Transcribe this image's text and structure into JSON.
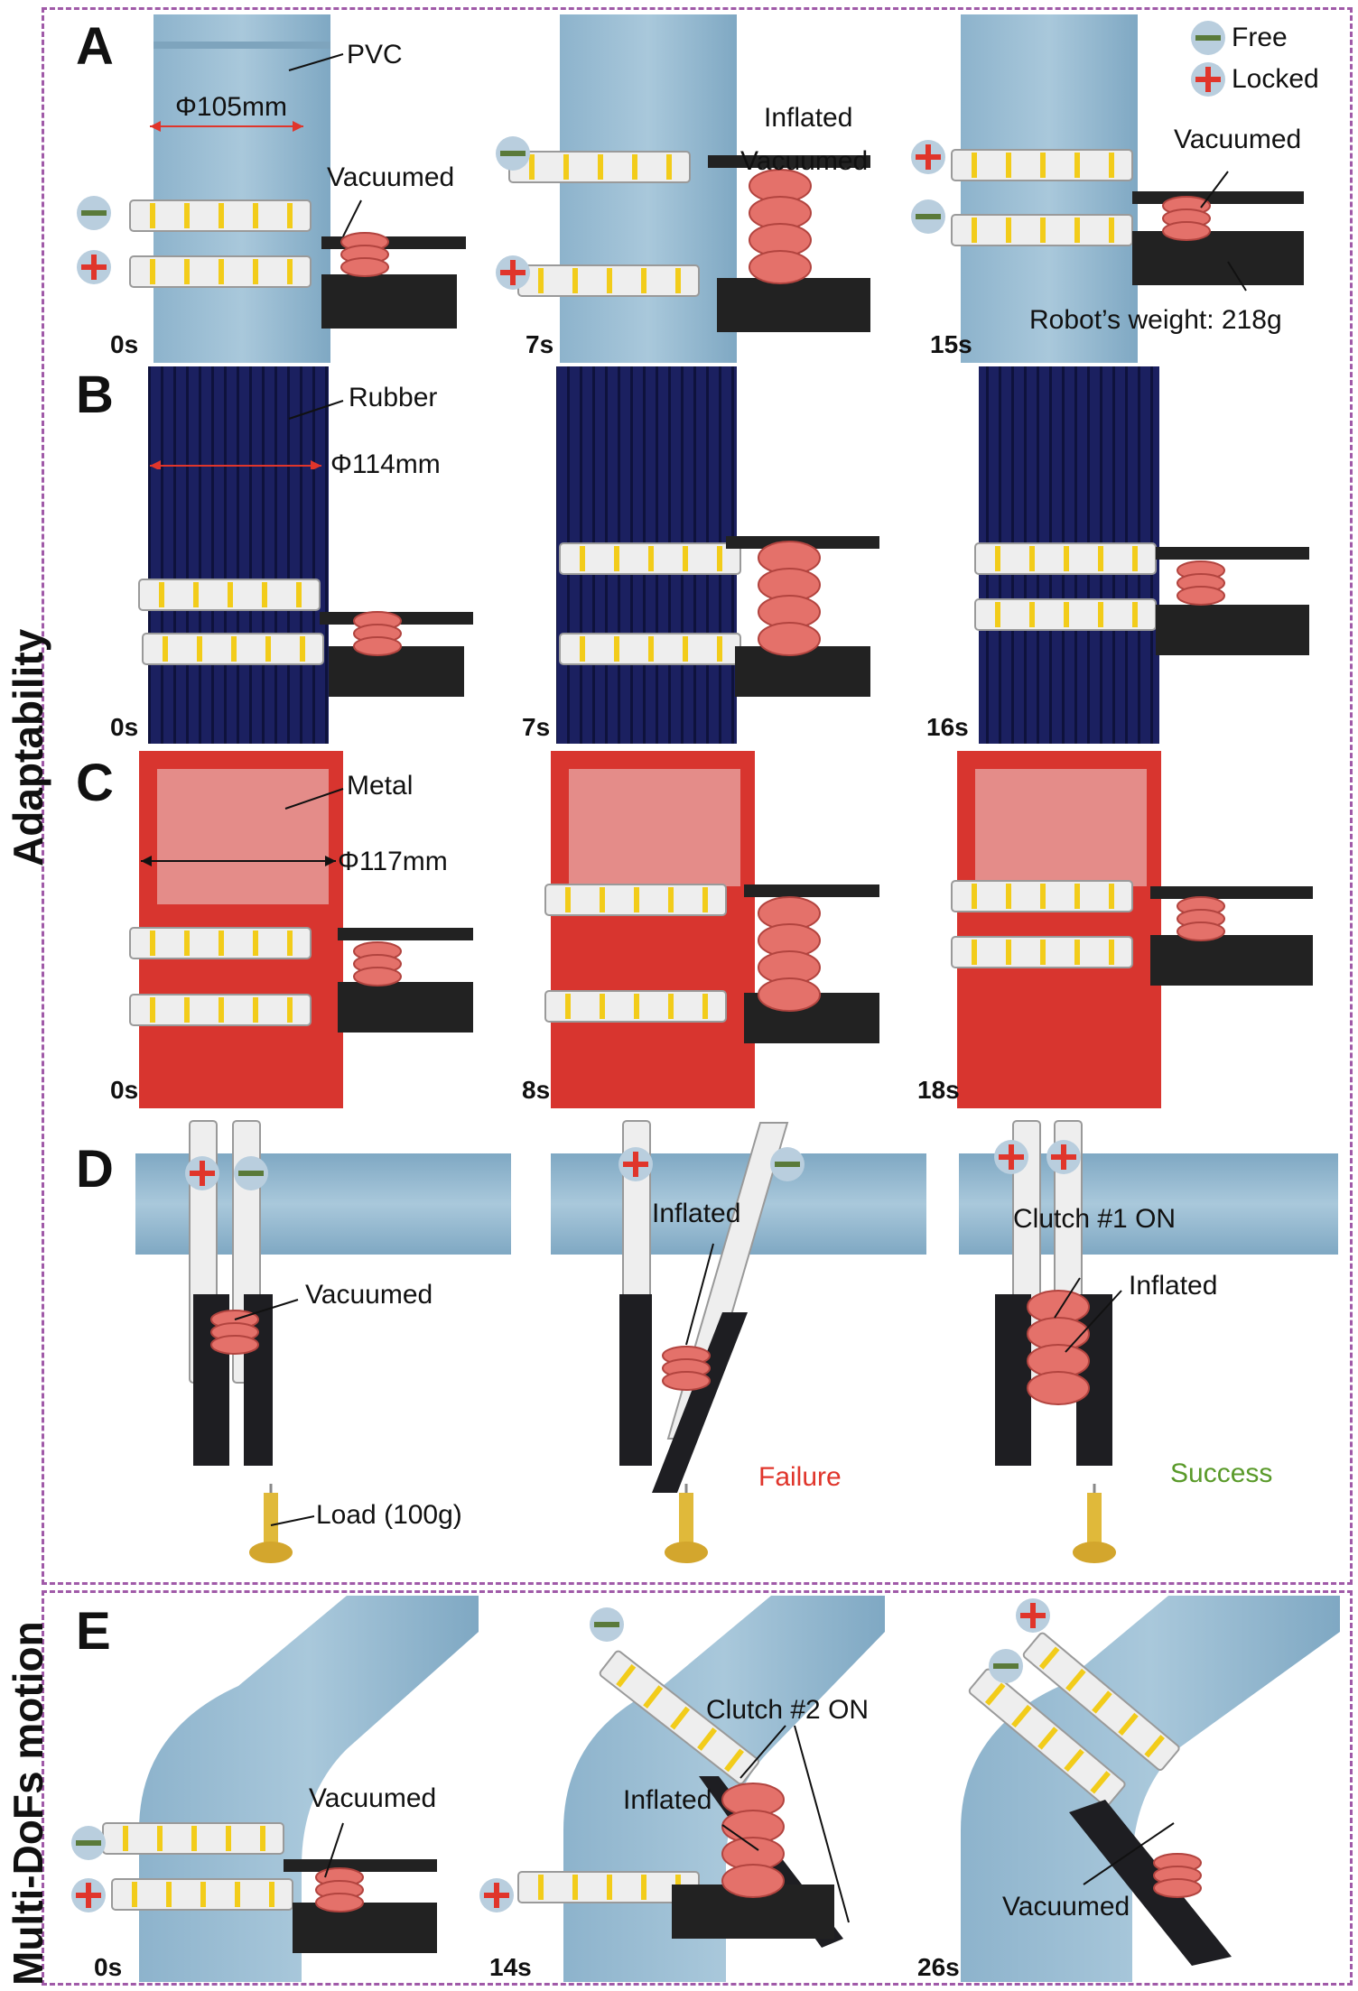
{
  "figure": {
    "side_labels": {
      "adaptability": "Adaptability",
      "multi_dof": "Multi-DoFs motion"
    },
    "legend": {
      "free": "Free",
      "locked": "Locked"
    },
    "panels": {
      "A": {
        "letter": "A",
        "annotations": {
          "pvc": "PVC",
          "diameter": "Φ105mm",
          "vacuumed_1": "Vacuumed",
          "inflated": "Inflated",
          "vacuumed_2": "Vacuumed",
          "vacuumed_3": "Vacuumed",
          "weight": "Robot’s weight: 218g"
        },
        "times": [
          "0s",
          "7s",
          "15s"
        ]
      },
      "B": {
        "letter": "B",
        "annotations": {
          "rubber": "Rubber",
          "diameter": "Φ114mm"
        },
        "times": [
          "0s",
          "7s",
          "16s"
        ]
      },
      "C": {
        "letter": "C",
        "annotations": {
          "metal": "Metal",
          "diameter": "Φ117mm"
        },
        "times": [
          "0s",
          "8s",
          "18s"
        ]
      },
      "D": {
        "letter": "D",
        "annotations": {
          "vacuumed": "Vacuumed",
          "load": "Load (100g)",
          "inflated_1": "Inflated",
          "failure": "Failure",
          "clutch": "Clutch #1 ON",
          "inflated_2": "Inflated",
          "success": "Success"
        }
      },
      "E": {
        "letter": "E",
        "annotations": {
          "vacuumed_1": "Vacuumed",
          "clutch": "Clutch #2 ON",
          "inflated": "Inflated",
          "vacuumed_2": "Vacuumed"
        },
        "times": [
          "0s",
          "14s",
          "26s"
        ]
      }
    },
    "colors": {
      "frame": "#a05aa8",
      "pvc": "#8fb6cf",
      "rubber": "#1c2163",
      "metal": "#d8352f",
      "bellows": "#e4716a",
      "failure": "#e0352b",
      "success": "#5a9a2a",
      "free_bar": "#5a7a3a",
      "locked_cross": "#e0352b"
    }
  }
}
